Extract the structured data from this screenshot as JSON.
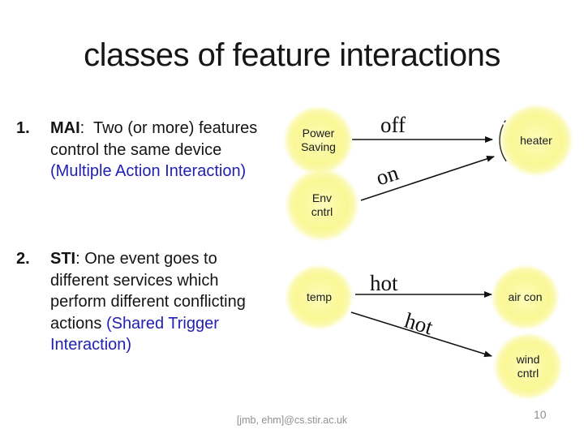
{
  "slide": {
    "title": "classes of feature interactions"
  },
  "list": {
    "item1": {
      "number": "1.",
      "line1_term": "MAI",
      "line1_rest": ":  Two (or more) features",
      "line2": "control the same device",
      "line3_blue": "(Multiple Action Interaction)"
    },
    "item2": {
      "number": "2.",
      "line1_term": "STI",
      "line1_rest": ": One event goes to",
      "line2": "different services which",
      "line3": "perform different conflicting",
      "line4_black": "actions ",
      "line4_blue": "(Shared Trigger",
      "line5_blue": "Interaction)"
    }
  },
  "diagram": {
    "mai_example": {
      "node_power_saving": "Power\nSaving",
      "node_env_cntrl": "Env\ncntrl",
      "node_heater": "heater",
      "edge_power_to_heater": "off",
      "edge_env_to_heater": "on"
    },
    "sti_example": {
      "node_temp": "temp",
      "node_air_con": "air con",
      "node_wind_cntrl": "wind\ncntrl",
      "edge_temp_to_aircon": "hot",
      "edge_temp_to_wind": "hot"
    }
  },
  "footer": {
    "credit": "[jmb, ehm]@cs.stir.ac.uk",
    "page_number": "10"
  },
  "colors": {
    "text": "#161616",
    "accent_blue": "#2121b1",
    "node_fill": "#faf795",
    "muted_gray": "#8f8f8f",
    "arrow": "#111111"
  }
}
